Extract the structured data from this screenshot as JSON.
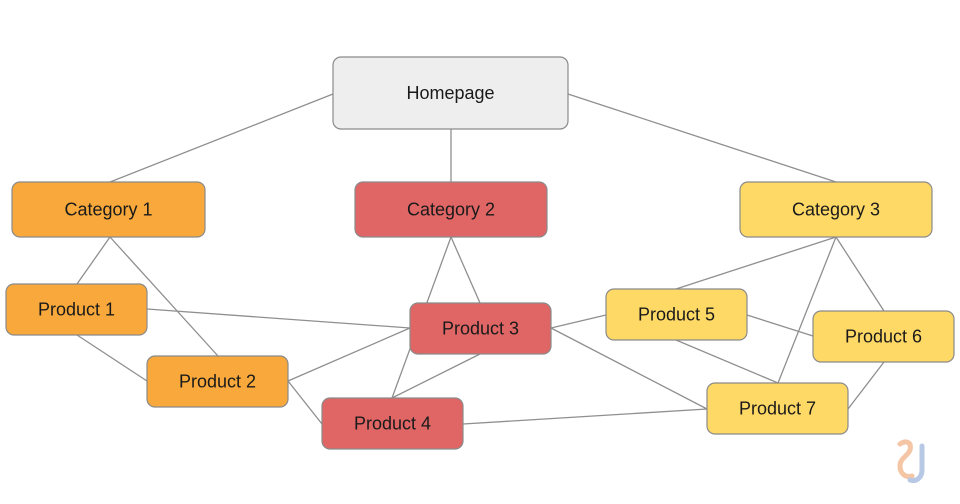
{
  "diagram": {
    "nodes": [
      {
        "id": "homepage",
        "label": "Homepage",
        "color": "#eeeeee"
      },
      {
        "id": "category-1",
        "label": "Category 1",
        "color": "#f9a93b"
      },
      {
        "id": "category-2",
        "label": "Category 2",
        "color": "#e06666"
      },
      {
        "id": "category-3",
        "label": "Category 3",
        "color": "#ffd966"
      },
      {
        "id": "product-1",
        "label": "Product 1",
        "color": "#f9a93b"
      },
      {
        "id": "product-2",
        "label": "Product 2",
        "color": "#f9a93b"
      },
      {
        "id": "product-3",
        "label": "Product 3",
        "color": "#e06666"
      },
      {
        "id": "product-4",
        "label": "Product 4",
        "color": "#e06666"
      },
      {
        "id": "product-5",
        "label": "Product 5",
        "color": "#ffd966"
      },
      {
        "id": "product-6",
        "label": "Product 6",
        "color": "#ffd966"
      },
      {
        "id": "product-7",
        "label": "Product 7",
        "color": "#ffd966"
      }
    ],
    "edges": [
      [
        "homepage",
        "category-1"
      ],
      [
        "homepage",
        "category-2"
      ],
      [
        "homepage",
        "category-3"
      ],
      [
        "category-1",
        "product-1"
      ],
      [
        "category-1",
        "product-2"
      ],
      [
        "category-2",
        "product-3"
      ],
      [
        "category-2",
        "product-4"
      ],
      [
        "category-3",
        "product-5"
      ],
      [
        "category-3",
        "product-6"
      ],
      [
        "category-3",
        "product-7"
      ],
      [
        "product-1",
        "product-2"
      ],
      [
        "product-1",
        "product-3"
      ],
      [
        "product-2",
        "product-3"
      ],
      [
        "product-2",
        "product-4"
      ],
      [
        "product-3",
        "product-4"
      ],
      [
        "product-3",
        "product-5"
      ],
      [
        "product-3",
        "product-7"
      ],
      [
        "product-4",
        "product-7"
      ],
      [
        "product-5",
        "product-6"
      ],
      [
        "product-5",
        "product-7"
      ],
      [
        "product-6",
        "product-7"
      ]
    ]
  },
  "watermark": {
    "icon": "brand-logo-icon",
    "colors": [
      "#f5c6a5",
      "#b8c9e6"
    ]
  }
}
